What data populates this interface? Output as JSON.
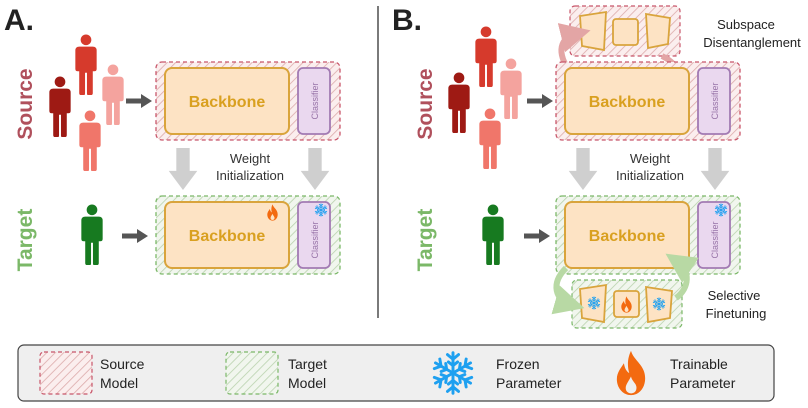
{
  "panels": [
    {
      "letter": "A.",
      "source_label": "Source",
      "target_label": "Target",
      "source_backbone": "Backbone",
      "source_classifier": "Classifier",
      "target_backbone": "Backbone",
      "target_classifier": "Classifier",
      "transfer_label_line1": "Weight",
      "transfer_label_line2": "Initialization"
    },
    {
      "letter": "B.",
      "source_label": "Source",
      "target_label": "Target",
      "source_backbone": "Backbone",
      "source_classifier": "Classifier",
      "target_backbone": "Backbone",
      "target_classifier": "Classifier",
      "transfer_label_line1": "Weight",
      "transfer_label_line2": "Initialization",
      "subspace_line1": "Subspace",
      "subspace_line2": "Disentanglement",
      "finetune_line1": "Selective",
      "finetune_line2": "Finetuning"
    }
  ],
  "legend": {
    "source_line1": "Source",
    "source_line2": "Model",
    "target_line1": "Target",
    "target_line2": "Model",
    "frozen_line1": "Frozen",
    "frozen_line2": "Parameter",
    "trainable_line1": "Trainable",
    "trainable_line2": "Parameter"
  },
  "colors": {
    "source_text": "#b0505c",
    "target_text": "#7bb868",
    "backbone_fill": "#fde3c4",
    "backbone_stroke": "#d9a43c",
    "backbone_text": "#d9a020",
    "classifier_fill": "#ead8ef",
    "classifier_stroke": "#a27ab3",
    "classifier_text": "#9874a8",
    "frozen_icon": "#1ea0f0",
    "trainable_icon": "#f36a10"
  },
  "icons": {
    "frozen": "snowflake-icon",
    "trainable": "flame-icon",
    "person": "person-icon",
    "arrow": "arrow-right-icon"
  }
}
